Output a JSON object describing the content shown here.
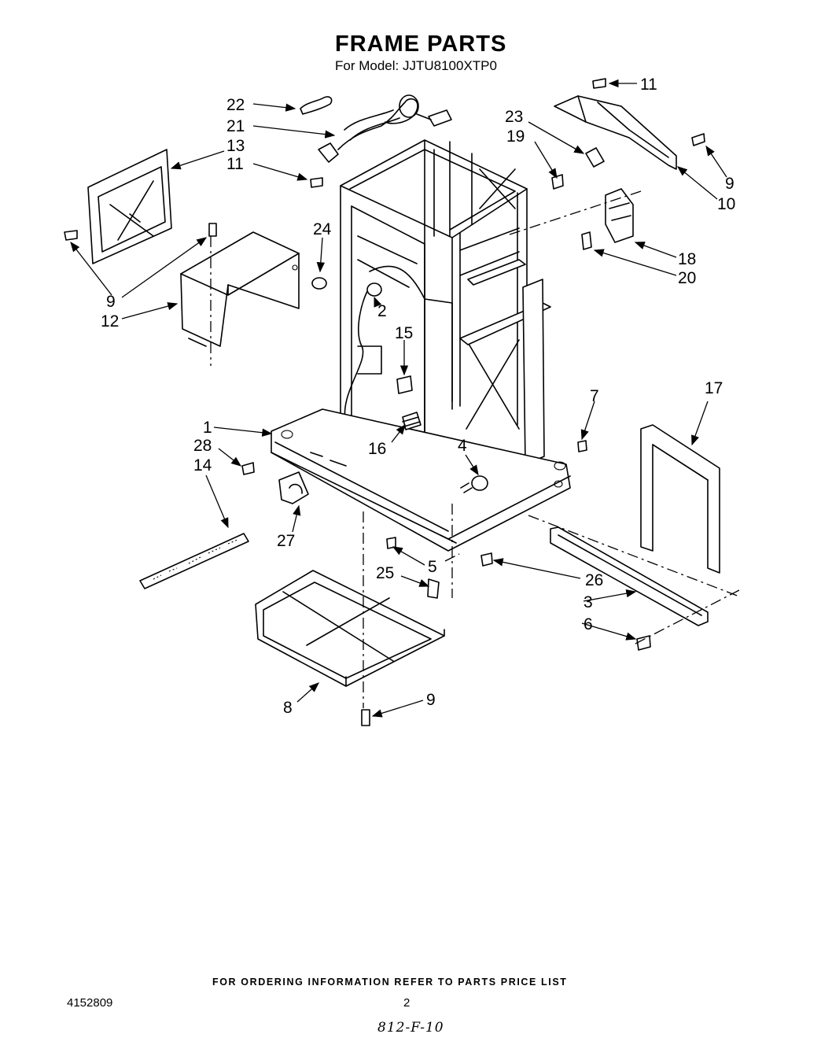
{
  "header": {
    "title": "FRAME PARTS",
    "model_line": "For Model: JJTU8100XTP0"
  },
  "callouts": {
    "c1": "1",
    "c2": "2",
    "c3": "3",
    "c4": "4",
    "c5": "5",
    "c6": "6",
    "c7": "7",
    "c8": "8",
    "c9a": "9",
    "c9b": "9",
    "c9c": "9",
    "c10": "10",
    "c11a": "11",
    "c11b": "11",
    "c12": "12",
    "c13": "13",
    "c14": "14",
    "c15": "15",
    "c16": "16",
    "c17": "17",
    "c18": "18",
    "c19": "19",
    "c20": "20",
    "c21": "21",
    "c22": "22",
    "c23": "23",
    "c24": "24",
    "c25": "25",
    "c26": "26",
    "c27": "27",
    "c28": "28"
  },
  "footer": {
    "note": "FOR ORDERING INFORMATION REFER TO PARTS PRICE LIST",
    "doc_number": "4152809",
    "page_number": "2",
    "handwritten_code": "812-F-10"
  }
}
